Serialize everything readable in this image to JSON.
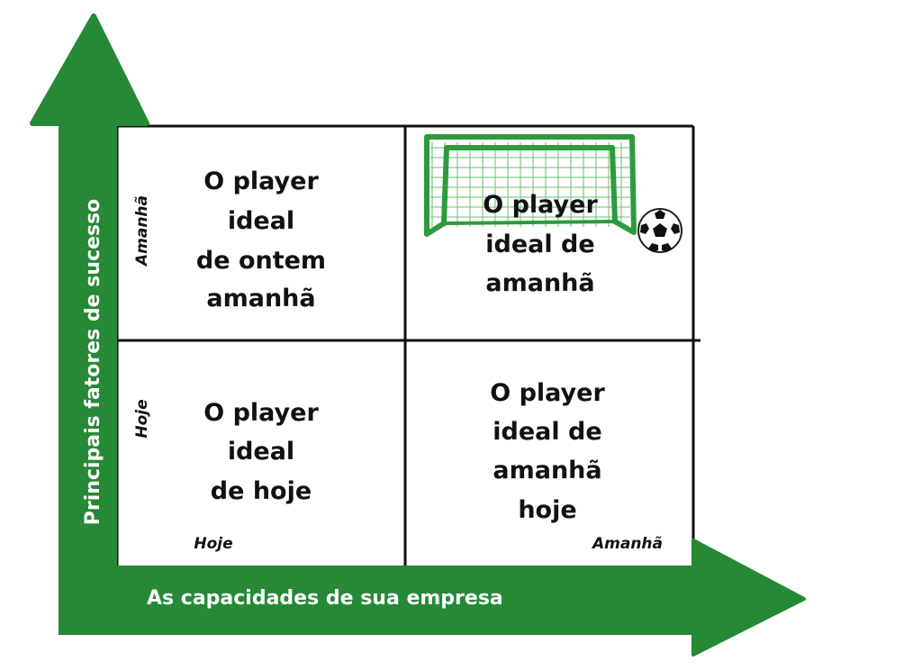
{
  "colors": {
    "arrow": "#258935",
    "goal": "#2e9a3e",
    "grid": "#111111"
  },
  "y_axis": {
    "label": "Principais fatores de sucesso",
    "levels": [
      "Amanhã",
      "Hoje"
    ]
  },
  "x_axis": {
    "label": "As capacidades de sua empresa",
    "levels": [
      "Hoje",
      "Amanhã"
    ]
  },
  "quadrants": {
    "top_left": [
      "O player",
      "ideal",
      "de ontem",
      "amanhã"
    ],
    "top_right": [
      "O player",
      "ideal de",
      "amanhã"
    ],
    "bottom_left": [
      "O player",
      "ideal",
      "de hoje"
    ],
    "bottom_right": [
      "O player",
      "ideal de",
      "amanhã",
      "hoje"
    ]
  },
  "icons": [
    "soccer-goal-icon",
    "soccer-ball-icon"
  ]
}
